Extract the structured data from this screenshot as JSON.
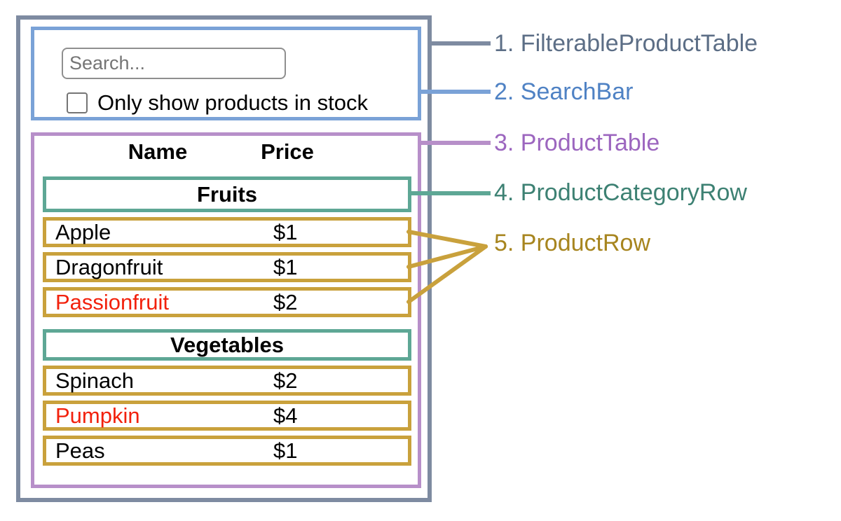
{
  "search_bar": {
    "placeholder": "Search...",
    "checkbox_label": "Only show products in stock"
  },
  "product_table": {
    "name_header": "Name",
    "price_header": "Price",
    "sections": [
      {
        "category": "Fruits",
        "rows": [
          {
            "name": "Apple",
            "price": "$1",
            "red_text": false
          },
          {
            "name": "Dragonfruit",
            "price": "$1",
            "red_text": false
          },
          {
            "name": "Passionfruit",
            "price": "$2",
            "red_text": true
          }
        ]
      },
      {
        "category": "Vegetables",
        "rows": [
          {
            "name": "Spinach",
            "price": "$2",
            "red_text": false
          },
          {
            "name": "Pumpkin",
            "price": "$4",
            "red_text": true
          },
          {
            "name": "Peas",
            "price": "$1",
            "red_text": false
          }
        ]
      }
    ]
  },
  "legend": [
    {
      "label": "1. FilterableProductTable",
      "color": "#5c6e86"
    },
    {
      "label": "2. SearchBar",
      "color": "#4f82c4"
    },
    {
      "label": "3. ProductTable",
      "color": "#9c66bf"
    },
    {
      "label": "4. ProductCategoryRow",
      "color": "#3d8173"
    },
    {
      "label": "5. ProductRow",
      "color": "#a7851f"
    }
  ],
  "colors": {
    "filterable_product_table_border": "#7e8ba1",
    "search_bar_border": "#7aa2d7",
    "product_table_border": "#b78fc9",
    "category_row_border": "#5ea795",
    "product_row_border": "#c9a13c",
    "out_of_stock_text": "#f2210c"
  }
}
